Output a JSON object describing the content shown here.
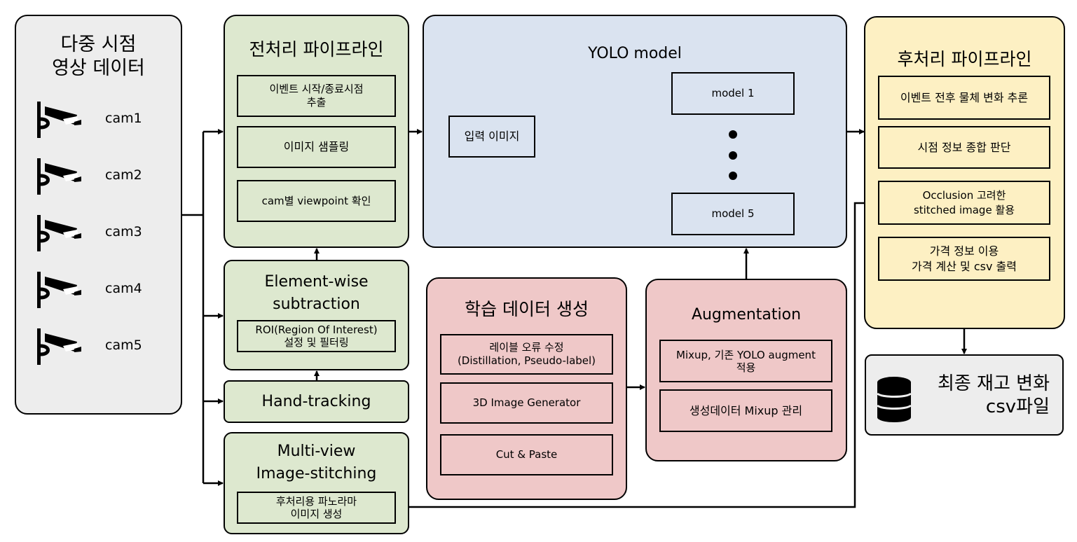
{
  "source": {
    "title": "다중 시점\n영상 데이터",
    "cams": [
      "cam1",
      "cam2",
      "cam3",
      "cam4",
      "cam5"
    ]
  },
  "preprocessing": {
    "title": "전처리 파이프라인",
    "items": [
      "이벤트 시작/종료시점\n추출",
      "이미지 샘플링",
      "cam별 viewpoint 확인"
    ]
  },
  "subtraction": {
    "title": "Element-wise\nsubtraction",
    "item": "ROI(Region Of Interest)\n설정 및 필터링"
  },
  "hand_tracking": {
    "title": "Hand-tracking"
  },
  "multiview": {
    "title": "Multi-view\nImage-stitching",
    "item": "후처리용 파노라마\n이미지 생성"
  },
  "yolo": {
    "title": "YOLO model",
    "input": "입력 이미지",
    "models": [
      "model 1",
      "model 5"
    ]
  },
  "training": {
    "title": "학습 데이터 생성",
    "items": [
      "레이블 오류 수정\n(Distillation, Pseudo-label)",
      "3D Image Generator",
      "Cut & Paste"
    ]
  },
  "augmentation": {
    "title": "Augmentation",
    "items": [
      "Mixup, 기존 YOLO augment\n적용",
      "생성데이터 Mixup 관리"
    ]
  },
  "postprocessing": {
    "title": "후처리 파이프라인",
    "items": [
      "이벤트 전후 물체 변화 추론",
      "시점 정보 종합 판단",
      "Occlusion 고려한\nstitched image 활용",
      "가격 정보 이용\n가격 계산 및 csv 출력"
    ]
  },
  "output": {
    "title": "최종 재고 변화\ncsv파일"
  },
  "colors": {
    "green": "#dde8cf",
    "blue": "#dae3f0",
    "pink": "#efc8c8",
    "yellow": "#fdf0c3",
    "gray": "#ededed"
  }
}
